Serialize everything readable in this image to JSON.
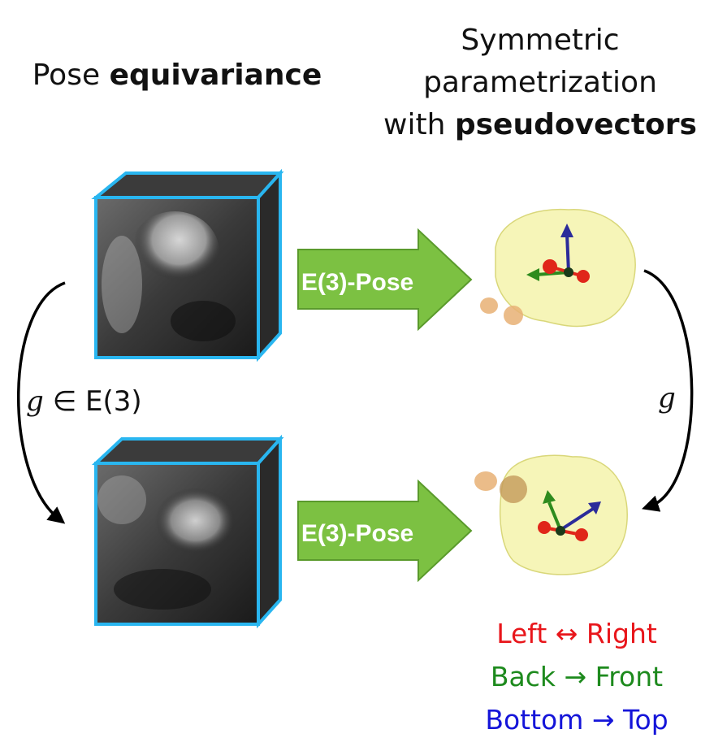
{
  "titles": {
    "left_prefix": "Pose ",
    "left_bold": "equivariance",
    "right_line1": "Symmetric",
    "right_line2": "parametrization",
    "right_line3_prefix": "with ",
    "right_line3_bold": "pseudovectors"
  },
  "arrow_labels": {
    "top": "E(3)-Pose",
    "bottom": "E(3)-Pose"
  },
  "group_labels": {
    "left_symbol": "g",
    "left_rest": " ∈ E(3)",
    "right_symbol": "g"
  },
  "legend": [
    {
      "text": "Left ↔ Right",
      "color": "#e8161b"
    },
    {
      "text": "Back → Front",
      "color": "#1d8a1d"
    },
    {
      "text": "Bottom → Top",
      "color": "#1515d9"
    }
  ],
  "colors": {
    "cube_edge": "#29b6f0",
    "arrow_fill": "#7cc142",
    "arrow_stroke": "#5a9a2c",
    "mesh": "#f3f2a0",
    "axis_red": "#e0261a",
    "axis_green": "#2e8b1e",
    "axis_blue": "#2b2b9a"
  }
}
